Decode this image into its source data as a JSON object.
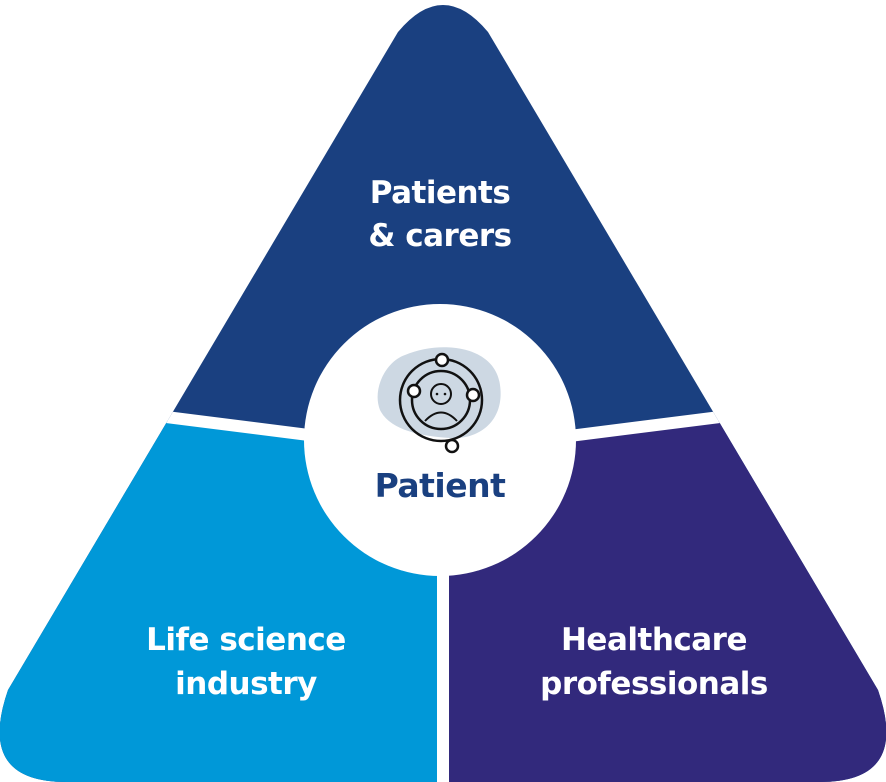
{
  "segments": {
    "top": {
      "line1": "Patients",
      "line2": "& carers",
      "color": "#1a4080"
    },
    "bottom_left": {
      "line1": "Life science",
      "line2": "industry",
      "color": "#0098d8"
    },
    "bottom_right": {
      "line1": "Healthcare",
      "line2": "professionals",
      "color": "#32297c"
    }
  },
  "center": {
    "label": "Patient",
    "icon": "patient-network-icon",
    "label_color": "#1a4080",
    "blob_color": "#cdd8e3"
  }
}
